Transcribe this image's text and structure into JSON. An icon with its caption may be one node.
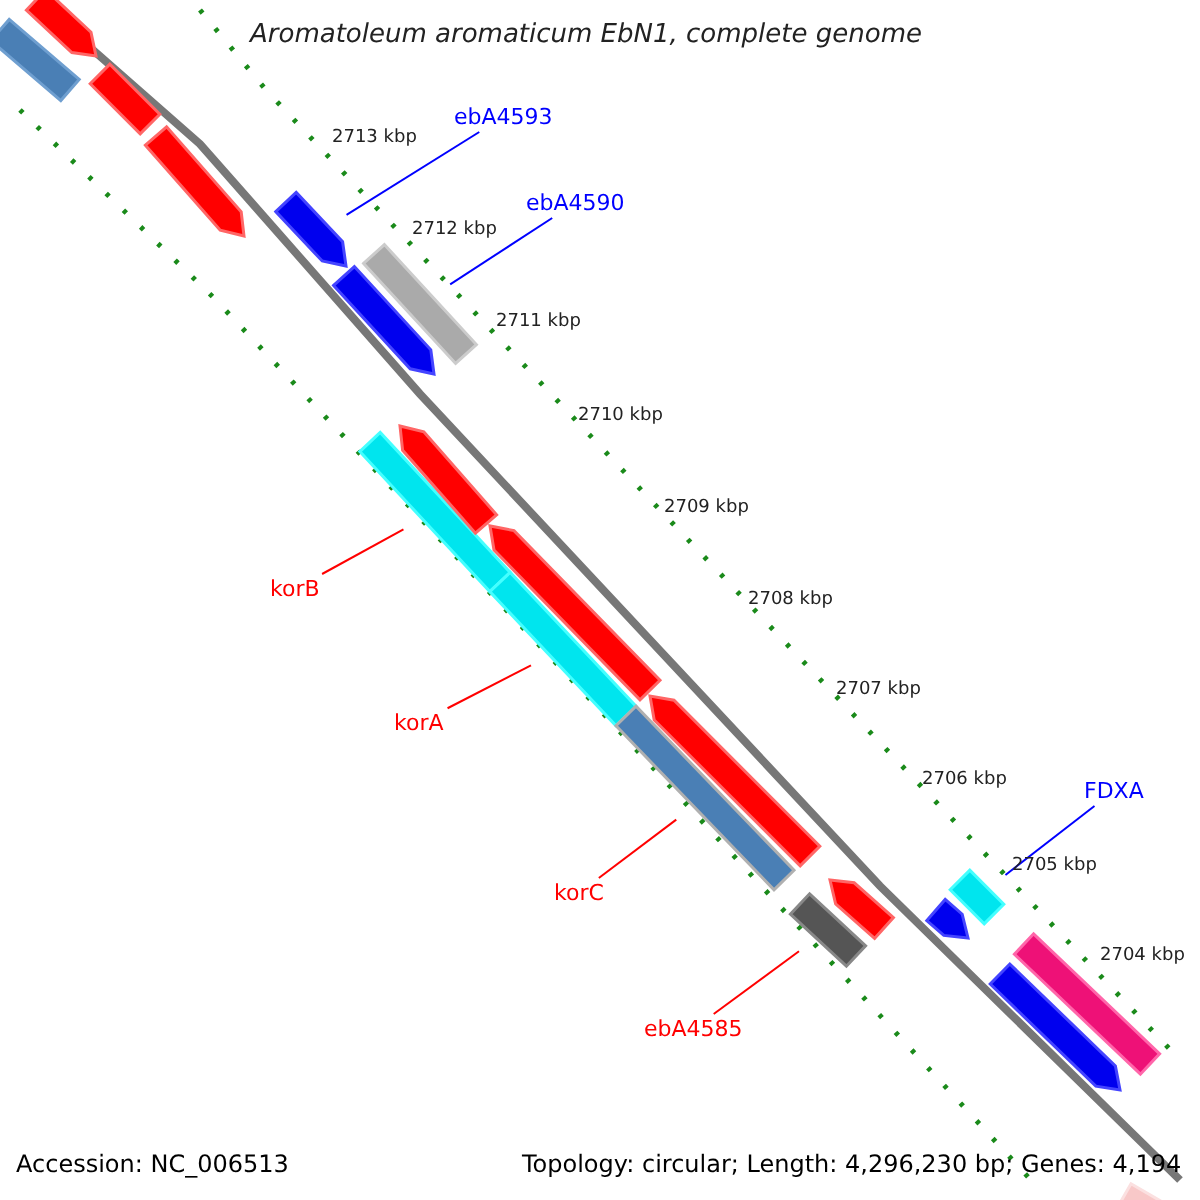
{
  "diagram": {
    "title": "Aromatoleum aromaticum EbN1, complete genome",
    "nodes": [
      {
        "text": [
          "ebA4593"
        ]
      },
      {
        "text": [],
        "shape": "arrow"
      },
      {
        "text": [
          "ebA4590"
        ]
      },
      {
        "text": [],
        "shape": "bar"
      },
      {
        "text": [
          "korB"
        ]
      },
      {
        "text": [],
        "shape": "bar"
      },
      {
        "text": [
          "korA"
        ]
      },
      {
        "text": [],
        "shape": "bar"
      },
      {
        "text": [
          "korC"
        ]
      },
      {
        "text": [],
        "shape": "bar"
      },
      {
        "text": [
          "ebA4585"
        ]
      },
      {
        "text": [],
        "shape": "bar"
      },
      {
        "text": [
          "FDXA"
        ]
      },
      {
        "text": [],
        "shape": "bar"
      },
      {
        "text": [],
        "shape": "bar"
      },
      {
        "text": [],
        "shape": "arrow"
      },
      {
        "text": [],
        "shape": "bar"
      },
      {
        "text": [],
        "shape": "arrow"
      },
      {
        "text": [],
        "shape": "arrow"
      },
      {
        "text": [],
        "shape": "arrow"
      },
      {
        "text": [],
        "shape": "arrow"
      },
      {
        "text": [],
        "shape": "arrow"
      },
      {
        "text": [],
        "shape": "arrow"
      },
      {
        "text": [],
        "shape": "arrow"
      },
      {
        "text": [],
        "shape": "bar"
      },
      {
        "text": [],
        "shape": "arrow"
      },
      {
        "text": [],
        "shape": "bar"
      }
    ],
    "edges": [
      {
        "from": 0,
        "to": 1,
        "arrow": "none",
        "color": "#0000ff"
      },
      {
        "from": 2,
        "to": 3,
        "arrow": "none",
        "color": "#0000ff"
      },
      {
        "from": 4,
        "to": 5,
        "arrow": "none"
      },
      {
        "from": 6,
        "to": 7,
        "arrow": "none"
      },
      {
        "from": 8,
        "to": 9,
        "arrow": "none"
      },
      {
        "from": 10,
        "to": 11,
        "arrow": "none"
      },
      {
        "from": 12,
        "to": 13,
        "arrow": "none",
        "color": "#0000ff"
      }
    ],
    "labels": [
      "2713 kbp",
      "2712 kbp",
      "2711 kbp",
      "2710 kbp",
      "2709 kbp",
      "2708 kbp",
      "2707 kbp",
      "2706 kbp",
      "2705 kbp",
      "2704 kbp",
      "Accession: NC_006513",
      "Topology: circular; Length: 4,296,230 bp; Genes: 4,194"
    ]
  }
}
